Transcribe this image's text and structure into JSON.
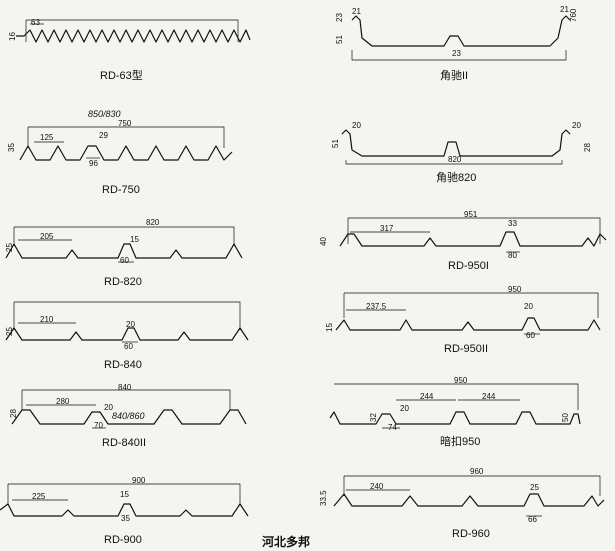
{
  "colors": {
    "background": "#f4f4f1",
    "ink": "#111111"
  },
  "footer": "河北多邦",
  "profiles": {
    "rd63": {
      "caption": "RD-63型",
      "dims": [
        "63",
        "16"
      ]
    },
    "rd750": {
      "caption": "RD-750",
      "dims": [
        "850/830",
        "750",
        "125",
        "29",
        "35",
        "96"
      ]
    },
    "rd820": {
      "caption": "RD-820",
      "dims": [
        "820",
        "205",
        "15",
        "25",
        "60"
      ]
    },
    "rd840": {
      "caption": "RD-840",
      "dims": [
        "210",
        "20",
        "25",
        "60"
      ]
    },
    "rd840ii": {
      "caption": "RD-840II",
      "dims": [
        "840",
        "280",
        "20",
        "840/860",
        "28",
        "70"
      ]
    },
    "rd900": {
      "caption": "RD-900",
      "dims": [
        "900",
        "225",
        "15",
        "35"
      ]
    },
    "jc_ii": {
      "caption": "角驰II",
      "dims": [
        "21",
        "21",
        "23",
        "51",
        "760",
        "23"
      ]
    },
    "jc820": {
      "caption": "角驰820",
      "dims": [
        "20",
        "20",
        "51",
        "820",
        "28"
      ]
    },
    "rd950i": {
      "caption": "RD-950I",
      "dims": [
        "951",
        "317",
        "33",
        "40",
        "80"
      ]
    },
    "rd950ii": {
      "caption": "RD-950II",
      "dims": [
        "950",
        "237.5",
        "20",
        "15",
        "60"
      ]
    },
    "ak950": {
      "caption": "暗扣950",
      "dims": [
        "950",
        "244",
        "244",
        "20",
        "32",
        "74",
        "50"
      ]
    },
    "rd960": {
      "caption": "RD-960",
      "dims": [
        "960",
        "240",
        "25",
        "33.5",
        "66"
      ]
    }
  }
}
